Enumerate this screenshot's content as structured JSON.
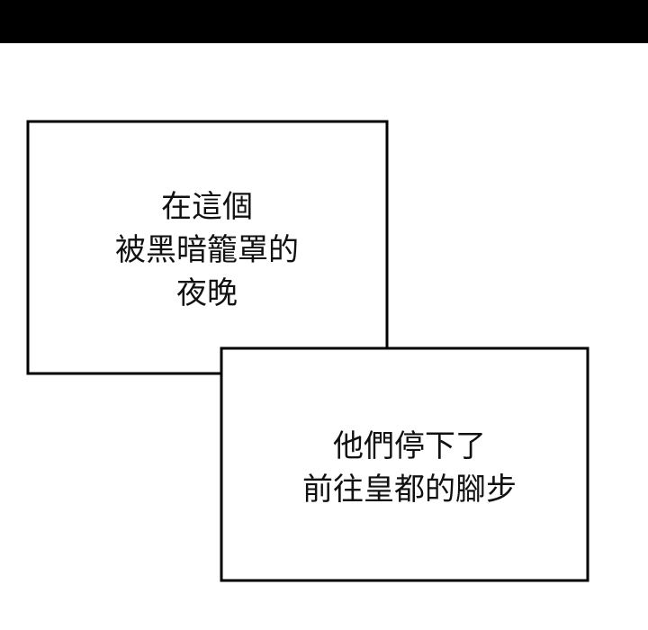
{
  "caption_1": {
    "lines": [
      "在這個",
      "被黑暗籠罩的",
      "夜晚"
    ]
  },
  "caption_2": {
    "lines": [
      "他們停下了",
      "前往皇都的腳步"
    ]
  },
  "colors": {
    "bar": "#000000",
    "background": "#ffffff",
    "outline": "#000000"
  }
}
